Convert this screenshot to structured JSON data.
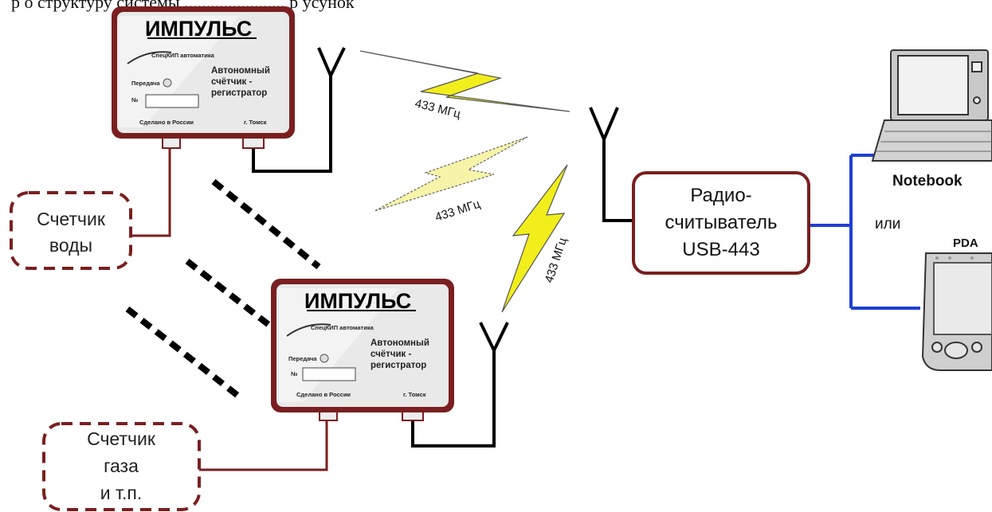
{
  "top_text": "р о структуру системы ....................... р усунок",
  "device_top": {
    "brand": "ИМПУЛЬС",
    "logo": "СпецКИП автоматика",
    "desc_line1": "Автономный",
    "desc_line2": "счётчик -",
    "desc_line3": "регистратор",
    "transmit_label": "Передача",
    "number_label": "№",
    "made_in": "Сделано в России",
    "city": "г. Томск"
  },
  "device_bottom": {
    "brand": "ИМПУЛЬС",
    "logo": "СпецКИП автоматика",
    "desc_line1": "Автономный",
    "desc_line2": "счётчик -",
    "desc_line3": "регистратор",
    "transmit_label": "Передача",
    "number_label": "№",
    "made_in": "Сделано в России",
    "city": "г. Томск"
  },
  "meter_water": {
    "line1": "Счетчик",
    "line2": "воды"
  },
  "meter_gas": {
    "line1": "Счетчик",
    "line2": "газа",
    "line3": "и т.п."
  },
  "links": {
    "freq1": "433 МГц",
    "freq2": "433 МГц",
    "freq3": "433 МГц"
  },
  "reader": {
    "line1": "Радио-",
    "line2": "считыватель",
    "line3": "USB-443"
  },
  "clients": {
    "notebook": "Notebook",
    "or": "или",
    "pda": "PDA"
  },
  "icons": [
    "antenna-icon",
    "lightning-icon",
    "laptop-icon",
    "pda-icon"
  ],
  "colors": {
    "frame": "#7a1f1f",
    "usb_line": "#1f3fd6",
    "lightning": "#f2ee1c",
    "lightning_faint": "#f7f3a8"
  }
}
